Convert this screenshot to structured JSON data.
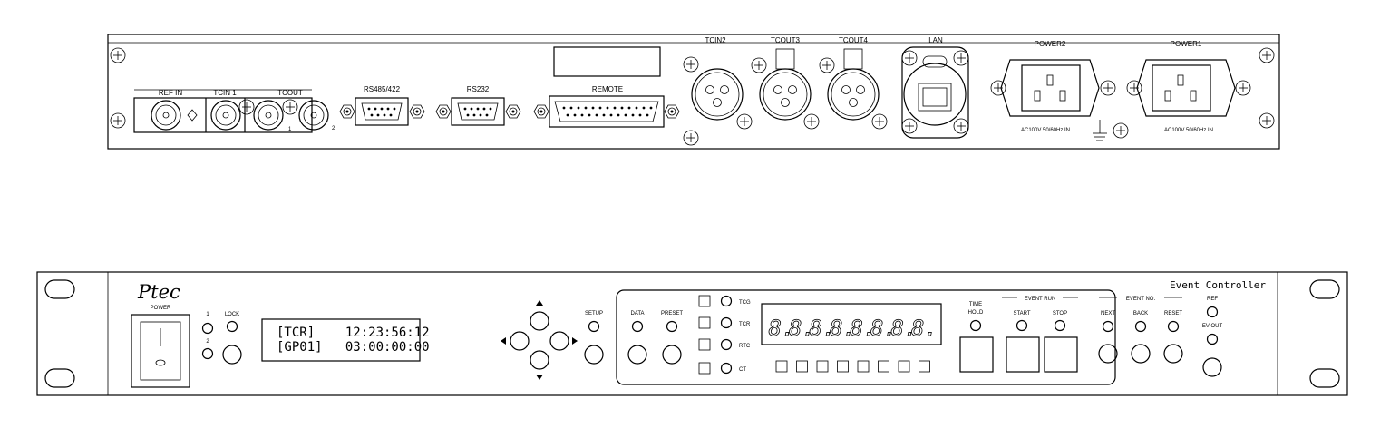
{
  "rear": {
    "ref_in": "REF IN",
    "tcin1": "TCIN 1",
    "tcout": "TCOUT",
    "tcout_port1": "1",
    "tcout_port2": "2",
    "rs485": "RS485/422",
    "rs232": "RS232",
    "remote": "REMOTE",
    "tcin2": "TCIN2",
    "tcout3": "TCOUT3",
    "tcout4": "TCOUT4",
    "lan": "LAN",
    "power2": "POWER2",
    "power1": "POWER1",
    "ac_rating_2": "AC100V 50/60Hz IN",
    "ac_rating_1": "AC100V 50/60Hz IN"
  },
  "front": {
    "brand": "Ptec",
    "power": "POWER",
    "led1": "1",
    "led2": "2",
    "lock": "LOCK",
    "lcd_line1": "[TCR]    12:23:56:12",
    "lcd_line2": "[GP01]   03:00:00:00",
    "setup": "SETUP",
    "data": "DATA",
    "preset": "PRESET",
    "mode_tcg": "TCG",
    "mode_tcr": "TCR",
    "mode_rtc": "RTC",
    "mode_ct": "CT",
    "segment_digit": "8.",
    "time": "TIME",
    "hold": "HOLD",
    "event_run": "EVENT RUN",
    "start": "START",
    "stop": "STOP",
    "event_no": "EVENT NO.",
    "next": "NEXT",
    "back": "BACK",
    "reset": "RESET",
    "ref": "REF",
    "ev_out": "EV OUT",
    "device_title": "Event Controller"
  }
}
